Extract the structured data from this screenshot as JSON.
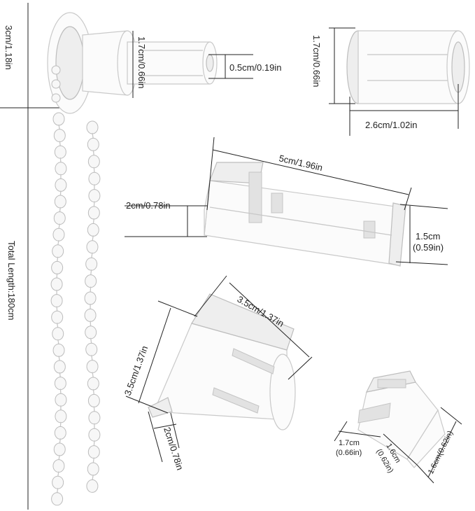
{
  "labels": {
    "height_3cm": "3cm/1.18in",
    "total_length": "Total Length:180cm",
    "diameter_17_a": "1.7cm/0.66in",
    "diameter_05": "0.5cm/0.19in",
    "diameter_17_b": "1.7cm/0.66in",
    "length_26": "2.6cm/1.02in",
    "length_5cm": "5cm/1.96in",
    "width_2cm_bracket": "2cm/0.78in",
    "height_15_cm": "1.5cm",
    "height_15_in": "(0.59in)",
    "cone_length_35": "3.5cm/1.37in",
    "cone_height_35": "3.5cm/1.37in",
    "cone_width_2cm": "2cm/0.78in",
    "clip_w_cm": "1.7cm",
    "clip_w_in": "(0.66in)",
    "clip_d_cm": "1.6cm",
    "clip_d_in": "(0.62in)",
    "clip_h": "1.6cm(0.62in)"
  },
  "beads": {
    "left_chain_count": 24,
    "right_chain_count": 22
  },
  "colors": {
    "part_fill": "#fbfbfb",
    "part_edge": "#c9c9c9",
    "line": "#222222"
  }
}
